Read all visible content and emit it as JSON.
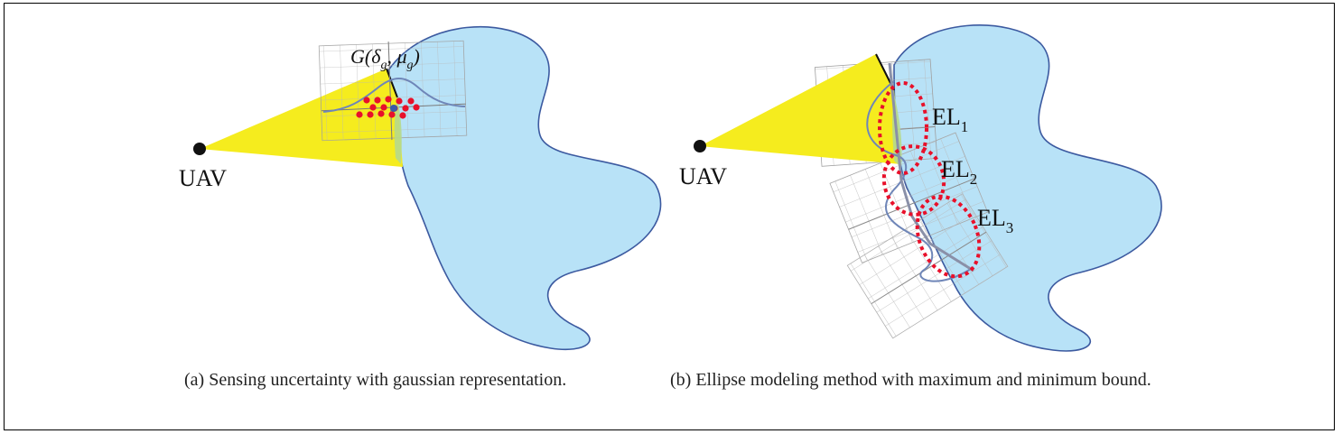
{
  "panel_a": {
    "uav_label": "UAV",
    "gaussian_label": {
      "prefix": "G(",
      "delta": "δ",
      "delta_sub": "g",
      "sep": ", ",
      "mu": "μ",
      "mu_sub": "g",
      "suffix": ")"
    },
    "caption": "(a)  Sensing uncertainty with gaussian representation."
  },
  "panel_b": {
    "uav_label": "UAV",
    "ellipses": [
      {
        "label": "EL",
        "sub": "1"
      },
      {
        "label": "EL",
        "sub": "2"
      },
      {
        "label": "EL",
        "sub": "3"
      }
    ],
    "caption": "(b)  Ellipse modeling method with maximum and minimum bound."
  },
  "colors": {
    "sensing_cone": "#f5ec1e",
    "region_fill": "#b8e2f7",
    "region_stroke": "#3c5aa0",
    "uncertainty_points": "#e8102a",
    "ellipse": "#e8102a",
    "grid": "#b0b0b0"
  }
}
